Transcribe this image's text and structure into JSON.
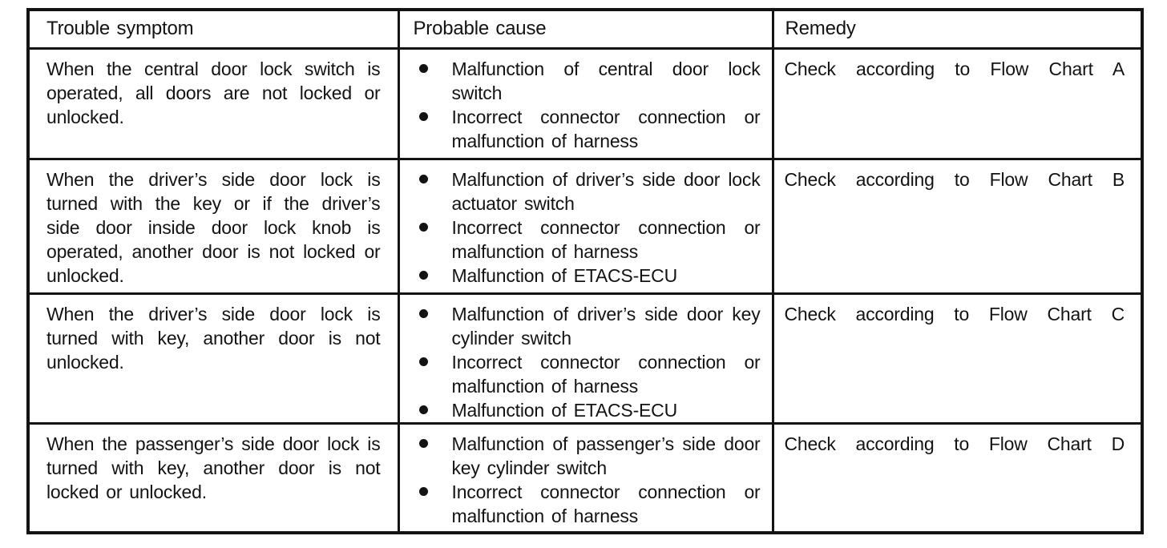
{
  "colors": {
    "ink": "#131313",
    "paper": "#ffffff"
  },
  "icons": {
    "bullet": "filled-circle"
  },
  "table": {
    "headers": [
      "Trouble symptom",
      "Probable cause",
      "Remedy"
    ],
    "rows": [
      {
        "symptom": "When the central door lock switch is operated, all doors are not locked or unlocked.",
        "causes": [
          "Malfunction of central door lock switch",
          "Incorrect connector connection or malfunction of harness"
        ],
        "remedy": "Check according to Flow Chart A"
      },
      {
        "symptom": "When the driver’s side door lock is turned with the key or if the driver’s side door inside door lock knob is operated, another door is not locked or unlocked.",
        "causes": [
          "Malfunction of driver’s side door lock actuator switch",
          "Incorrect connector connection or malfunction of harness",
          "Malfunction of ETACS-ECU"
        ],
        "remedy": "Check according to Flow Chart B"
      },
      {
        "symptom": "When the driver’s side door lock is turned with key, another door is not unlocked.",
        "causes": [
          "Malfunction of driver’s side door key cylinder switch",
          "Incorrect connector connection or malfunction of harness",
          "Malfunction of ETACS-ECU"
        ],
        "remedy": "Check according to Flow Chart C"
      },
      {
        "symptom": "When the passenger’s side door lock is turned with key, another door is not locked or unlocked.",
        "causes": [
          "Malfunction of passenger’s side door key cylinder switch",
          "Incorrect connector connection or malfunction of harness"
        ],
        "remedy": "Check according to Flow Chart D"
      }
    ]
  }
}
